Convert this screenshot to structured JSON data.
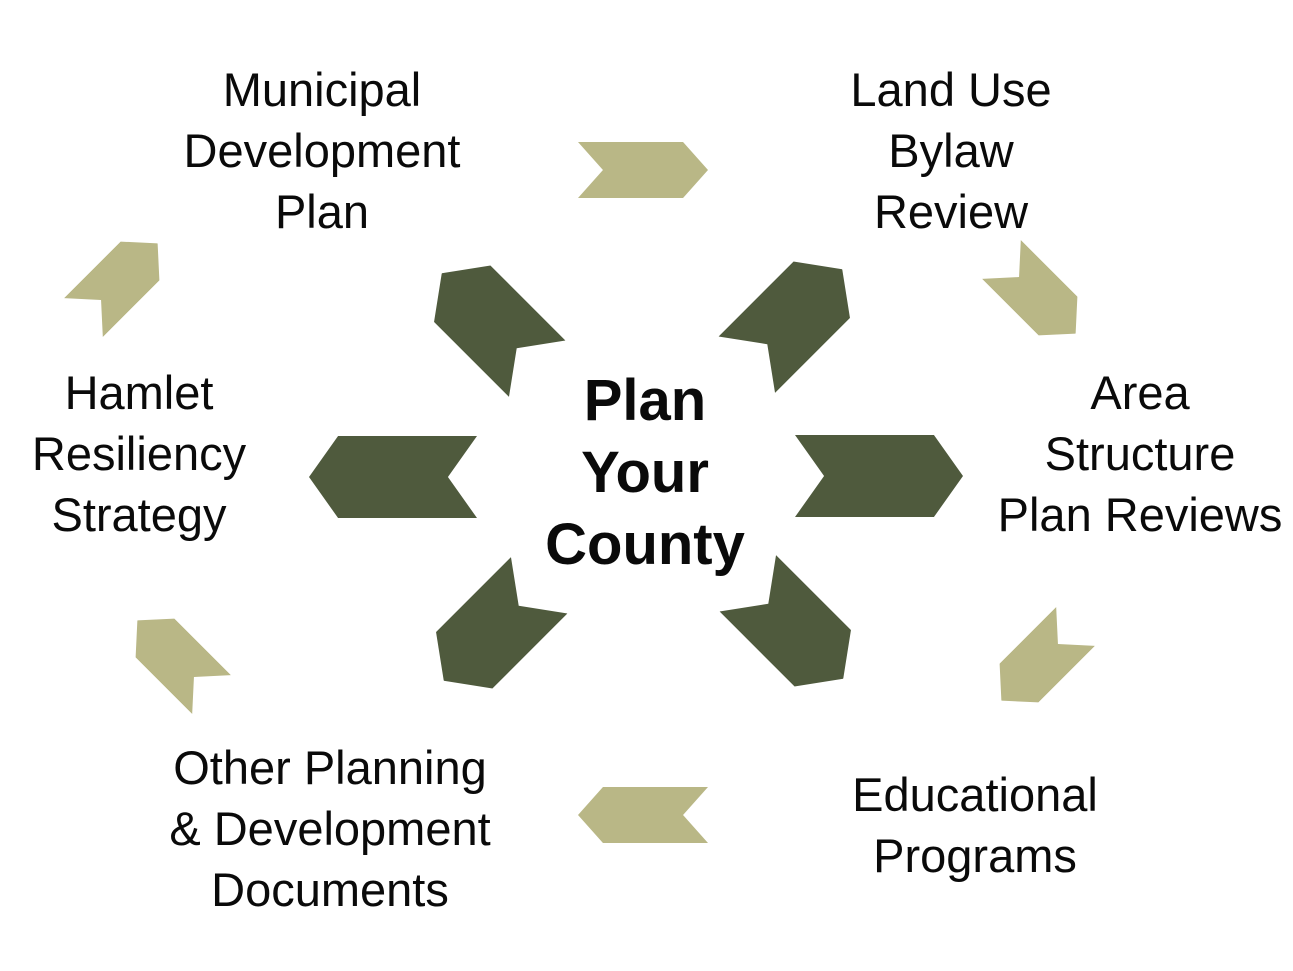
{
  "title": "Plan Your County planning cycle diagram",
  "colors": {
    "bg": "#ffffff",
    "text": "#0a0a0a",
    "spoke": "#4f5a3d",
    "cycle": "#b9b786"
  },
  "center": {
    "text": "Plan Your County",
    "line1": "Plan",
    "line2": "Your",
    "line3": "County"
  },
  "nodes": {
    "municipal": {
      "text": "Municipal Development Plan",
      "line1": "Municipal",
      "line2": "Development",
      "line3": "Plan"
    },
    "landuse": {
      "text": "Land Use Bylaw Review",
      "line1": "Land Use",
      "line2": "Bylaw",
      "line3": "Review"
    },
    "area": {
      "text": "Area Structure Plan Reviews",
      "line1": "Area",
      "line2": "Structure",
      "line3": "Plan Reviews"
    },
    "educational": {
      "text": "Educational Programs",
      "line1": "Educational",
      "line2": "Programs"
    },
    "other": {
      "text": "Other Planning & Development Documents",
      "line1": "Other Planning",
      "line2": "& Development",
      "line3": "Documents"
    },
    "hamlet": {
      "text": "Hamlet Resiliency Strategy",
      "line1": "Hamlet",
      "line2": "Resiliency",
      "line3": "Strategy"
    }
  },
  "arrows": {
    "spokes": {
      "count": 6,
      "color": "#4f5a3d",
      "meaning": "radiate outward from center hub to each program"
    },
    "cycle": {
      "count": 6,
      "color": "#b9b786",
      "meaning": "clockwise flow between outer labels"
    }
  }
}
